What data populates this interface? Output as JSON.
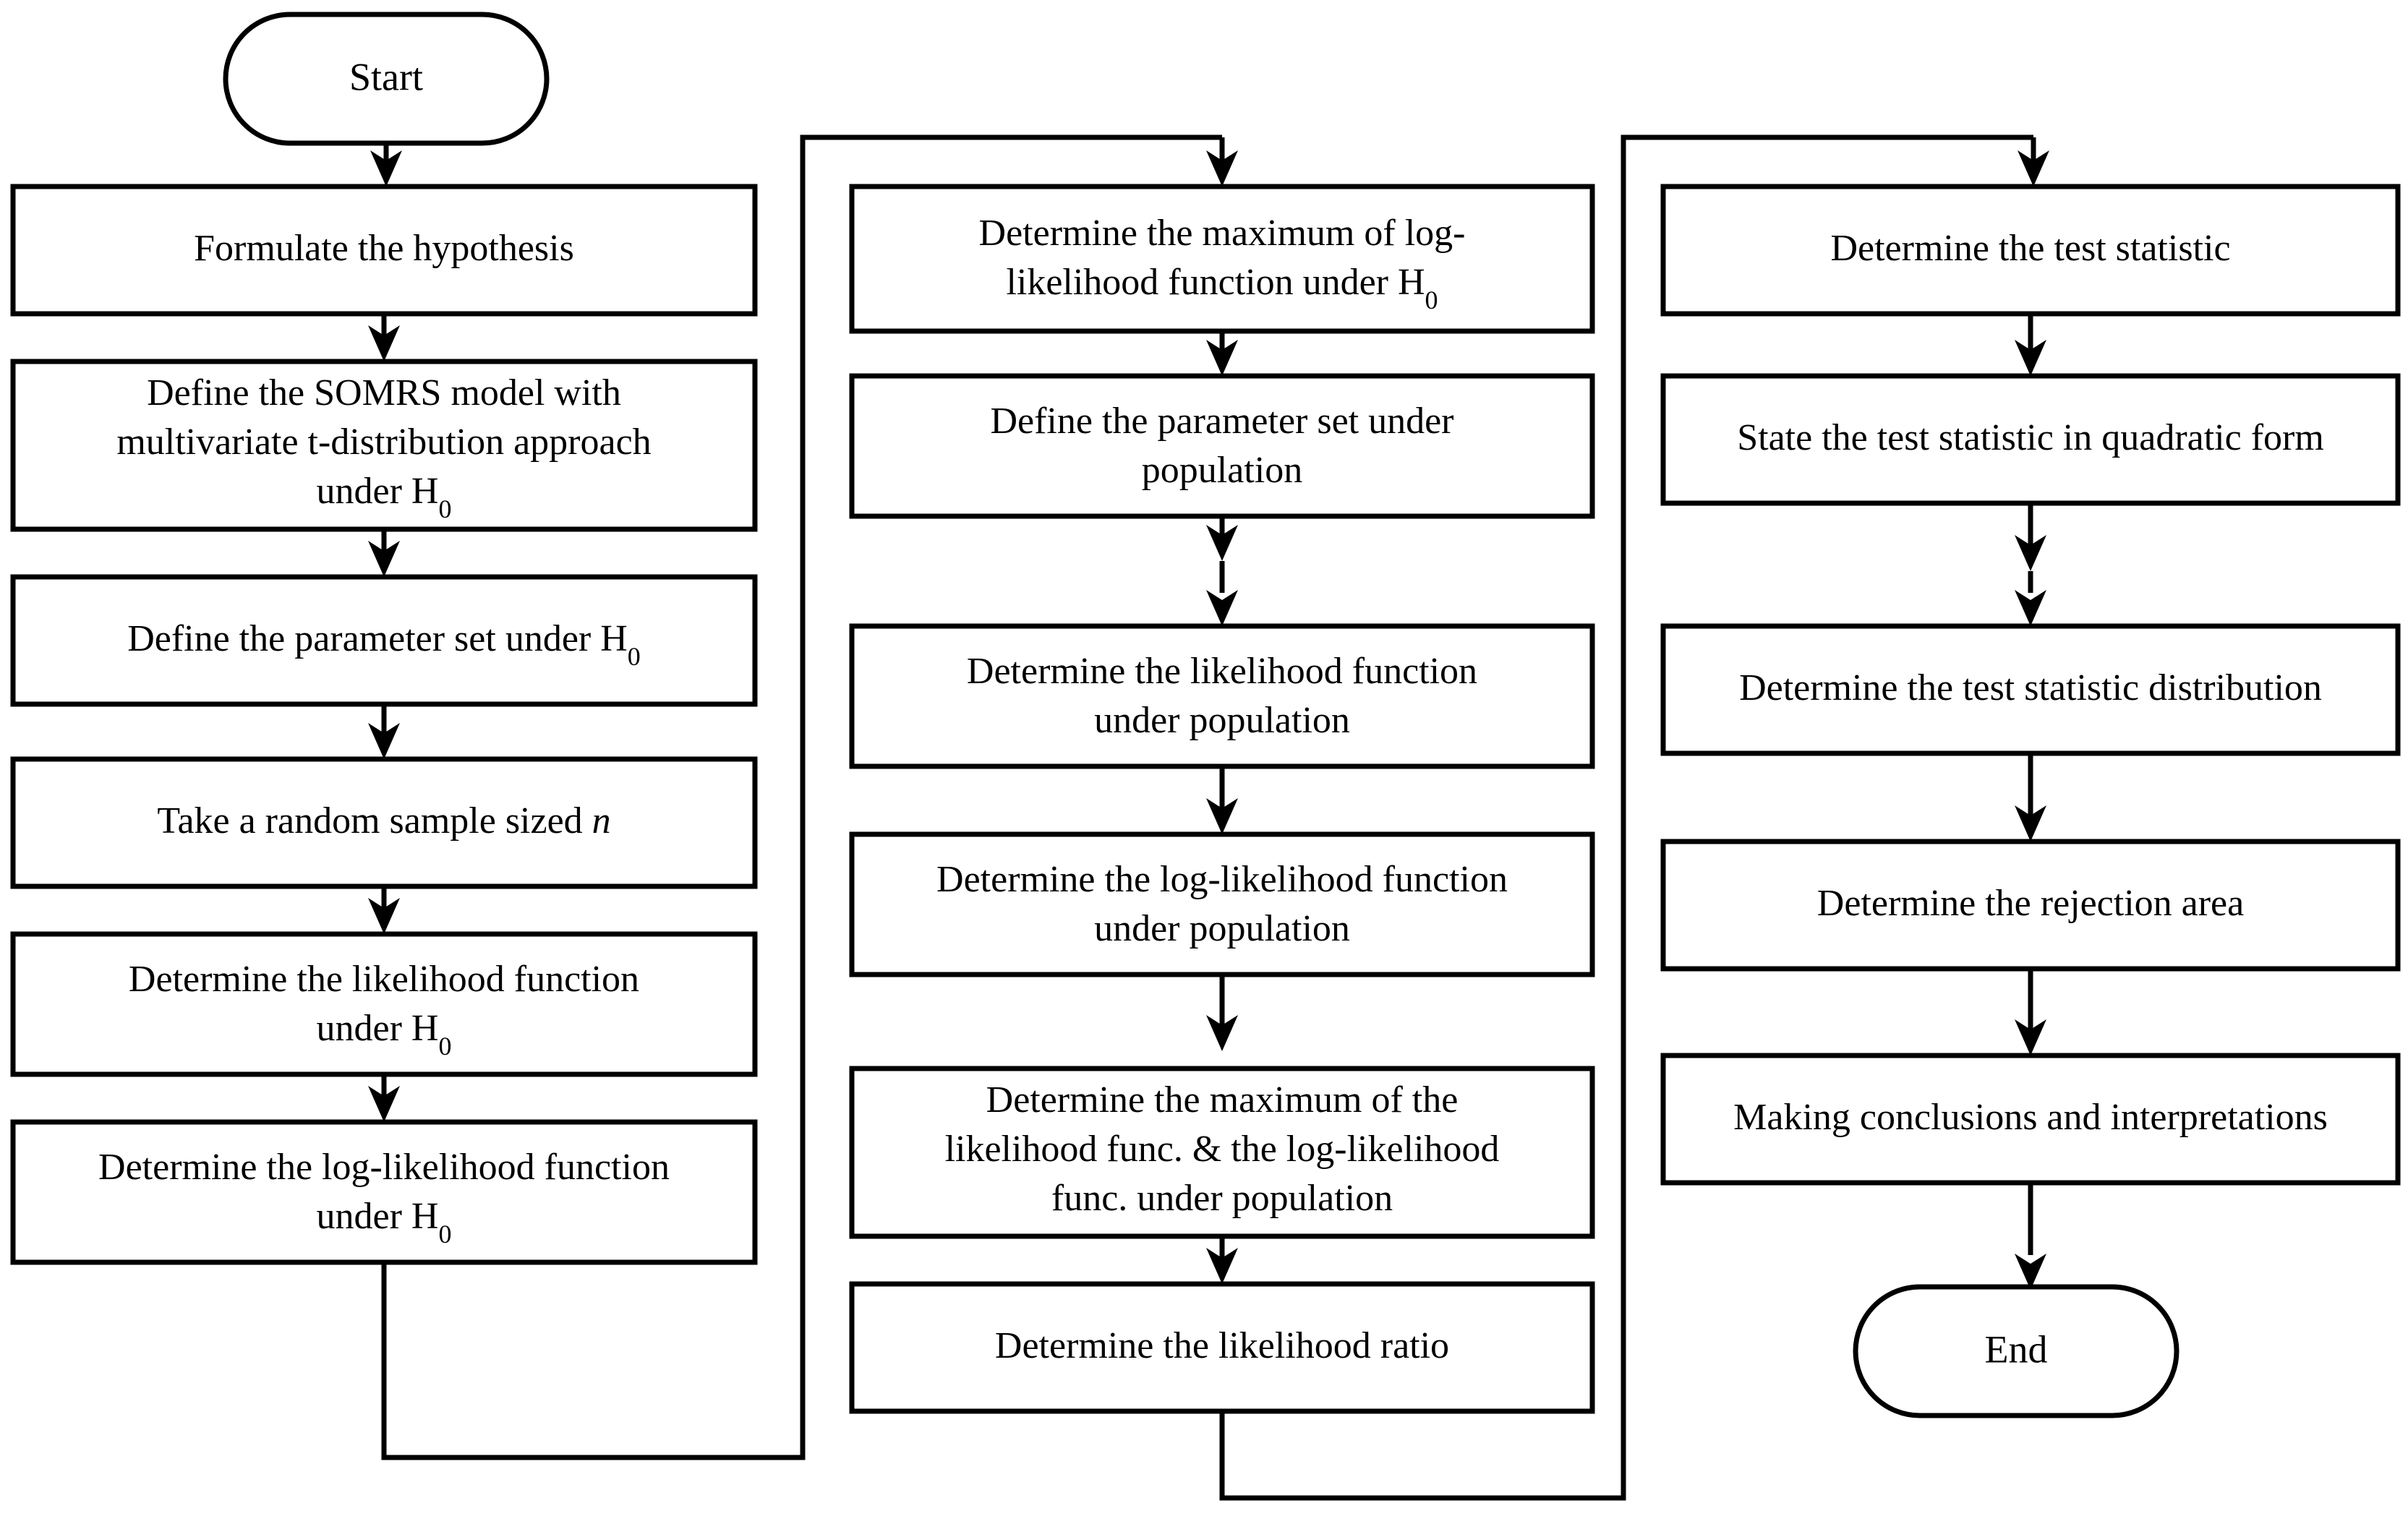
{
  "diagram": {
    "title": "Hypothesis testing flowchart for SOMRS model with multivariate t-distribution",
    "type": "flowchart",
    "orientation": "three-column snake",
    "stroke_color": "#000000",
    "fill_color": "#ffffff",
    "background": "#ffffff"
  },
  "terminators": {
    "start": "Start",
    "end": "End"
  },
  "columns": [
    {
      "id": "column-1",
      "nodes": [
        {
          "id": "n1",
          "lines": [
            {
              "text": "Formulate the hypothesis"
            }
          ]
        },
        {
          "id": "n2",
          "lines": [
            {
              "text": "Define the SOMRS model with"
            },
            {
              "text": "multivariate t-distribution approach"
            },
            {
              "text": "under H",
              "sub": "0"
            }
          ]
        },
        {
          "id": "n3",
          "lines": [
            {
              "text": "Define the parameter set under H",
              "sub": "0"
            }
          ]
        },
        {
          "id": "n4",
          "lines": [
            {
              "text": "Take a random sample sized ",
              "italic": "n"
            }
          ]
        },
        {
          "id": "n5",
          "lines": [
            {
              "text": "Determine the likelihood function"
            },
            {
              "text": "under H",
              "sub": "0"
            }
          ]
        },
        {
          "id": "n6",
          "lines": [
            {
              "text": "Determine the log-likelihood function"
            },
            {
              "text": "under H",
              "sub": "0"
            }
          ]
        }
      ]
    },
    {
      "id": "column-2",
      "nodes": [
        {
          "id": "n7",
          "lines": [
            {
              "text": "Determine the maximum of log-"
            },
            {
              "text": "likelihood function under H",
              "sub": "0"
            }
          ]
        },
        {
          "id": "n8",
          "lines": [
            {
              "text": "Define the parameter set under"
            },
            {
              "text": "population"
            }
          ]
        },
        {
          "id": "n9",
          "lines": [
            {
              "text": "Determine the likelihood function"
            },
            {
              "text": "under population"
            }
          ]
        },
        {
          "id": "n10",
          "lines": [
            {
              "text": "Determine the log-likelihood function"
            },
            {
              "text": "under population"
            }
          ]
        },
        {
          "id": "n11",
          "lines": [
            {
              "text": "Determine the maximum of the"
            },
            {
              "text": "likelihood func. & the log-likelihood"
            },
            {
              "text": "func. under population"
            }
          ]
        },
        {
          "id": "n12",
          "lines": [
            {
              "text": "Determine the likelihood ratio"
            }
          ]
        }
      ]
    },
    {
      "id": "column-3",
      "nodes": [
        {
          "id": "n13",
          "lines": [
            {
              "text": "Determine the test statistic"
            }
          ]
        },
        {
          "id": "n14",
          "lines": [
            {
              "text": "State the test statistic in quadratic form"
            }
          ]
        },
        {
          "id": "n15",
          "lines": [
            {
              "text": "Determine the test statistic distribution"
            }
          ]
        },
        {
          "id": "n16",
          "lines": [
            {
              "text": "Determine the rejection area"
            }
          ]
        },
        {
          "id": "n17",
          "lines": [
            {
              "text": "Making conclusions and interpretations"
            }
          ]
        }
      ]
    }
  ],
  "connectors": {
    "count": 18,
    "style": "solid black orthogonal with filled triangular arrowheads",
    "wrap_1_to_2": "bottom of column 1 routes left-down, across, then up the gap and over to the top of column 2",
    "wrap_2_to_3": "bottom of column 2 routes down, across right, then up the gap and over to the top of column 3"
  }
}
